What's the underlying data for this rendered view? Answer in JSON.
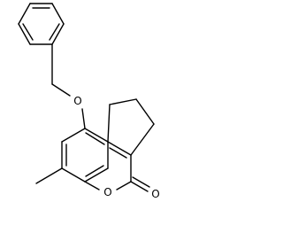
{
  "molecule": {
    "atoms": {
      "ether_oxygen": "O",
      "ring_oxygen": "O",
      "carbonyl_oxygen": "O"
    },
    "colors": {
      "bond": "#000000",
      "label": "#000000",
      "background": "#ffffff"
    }
  }
}
